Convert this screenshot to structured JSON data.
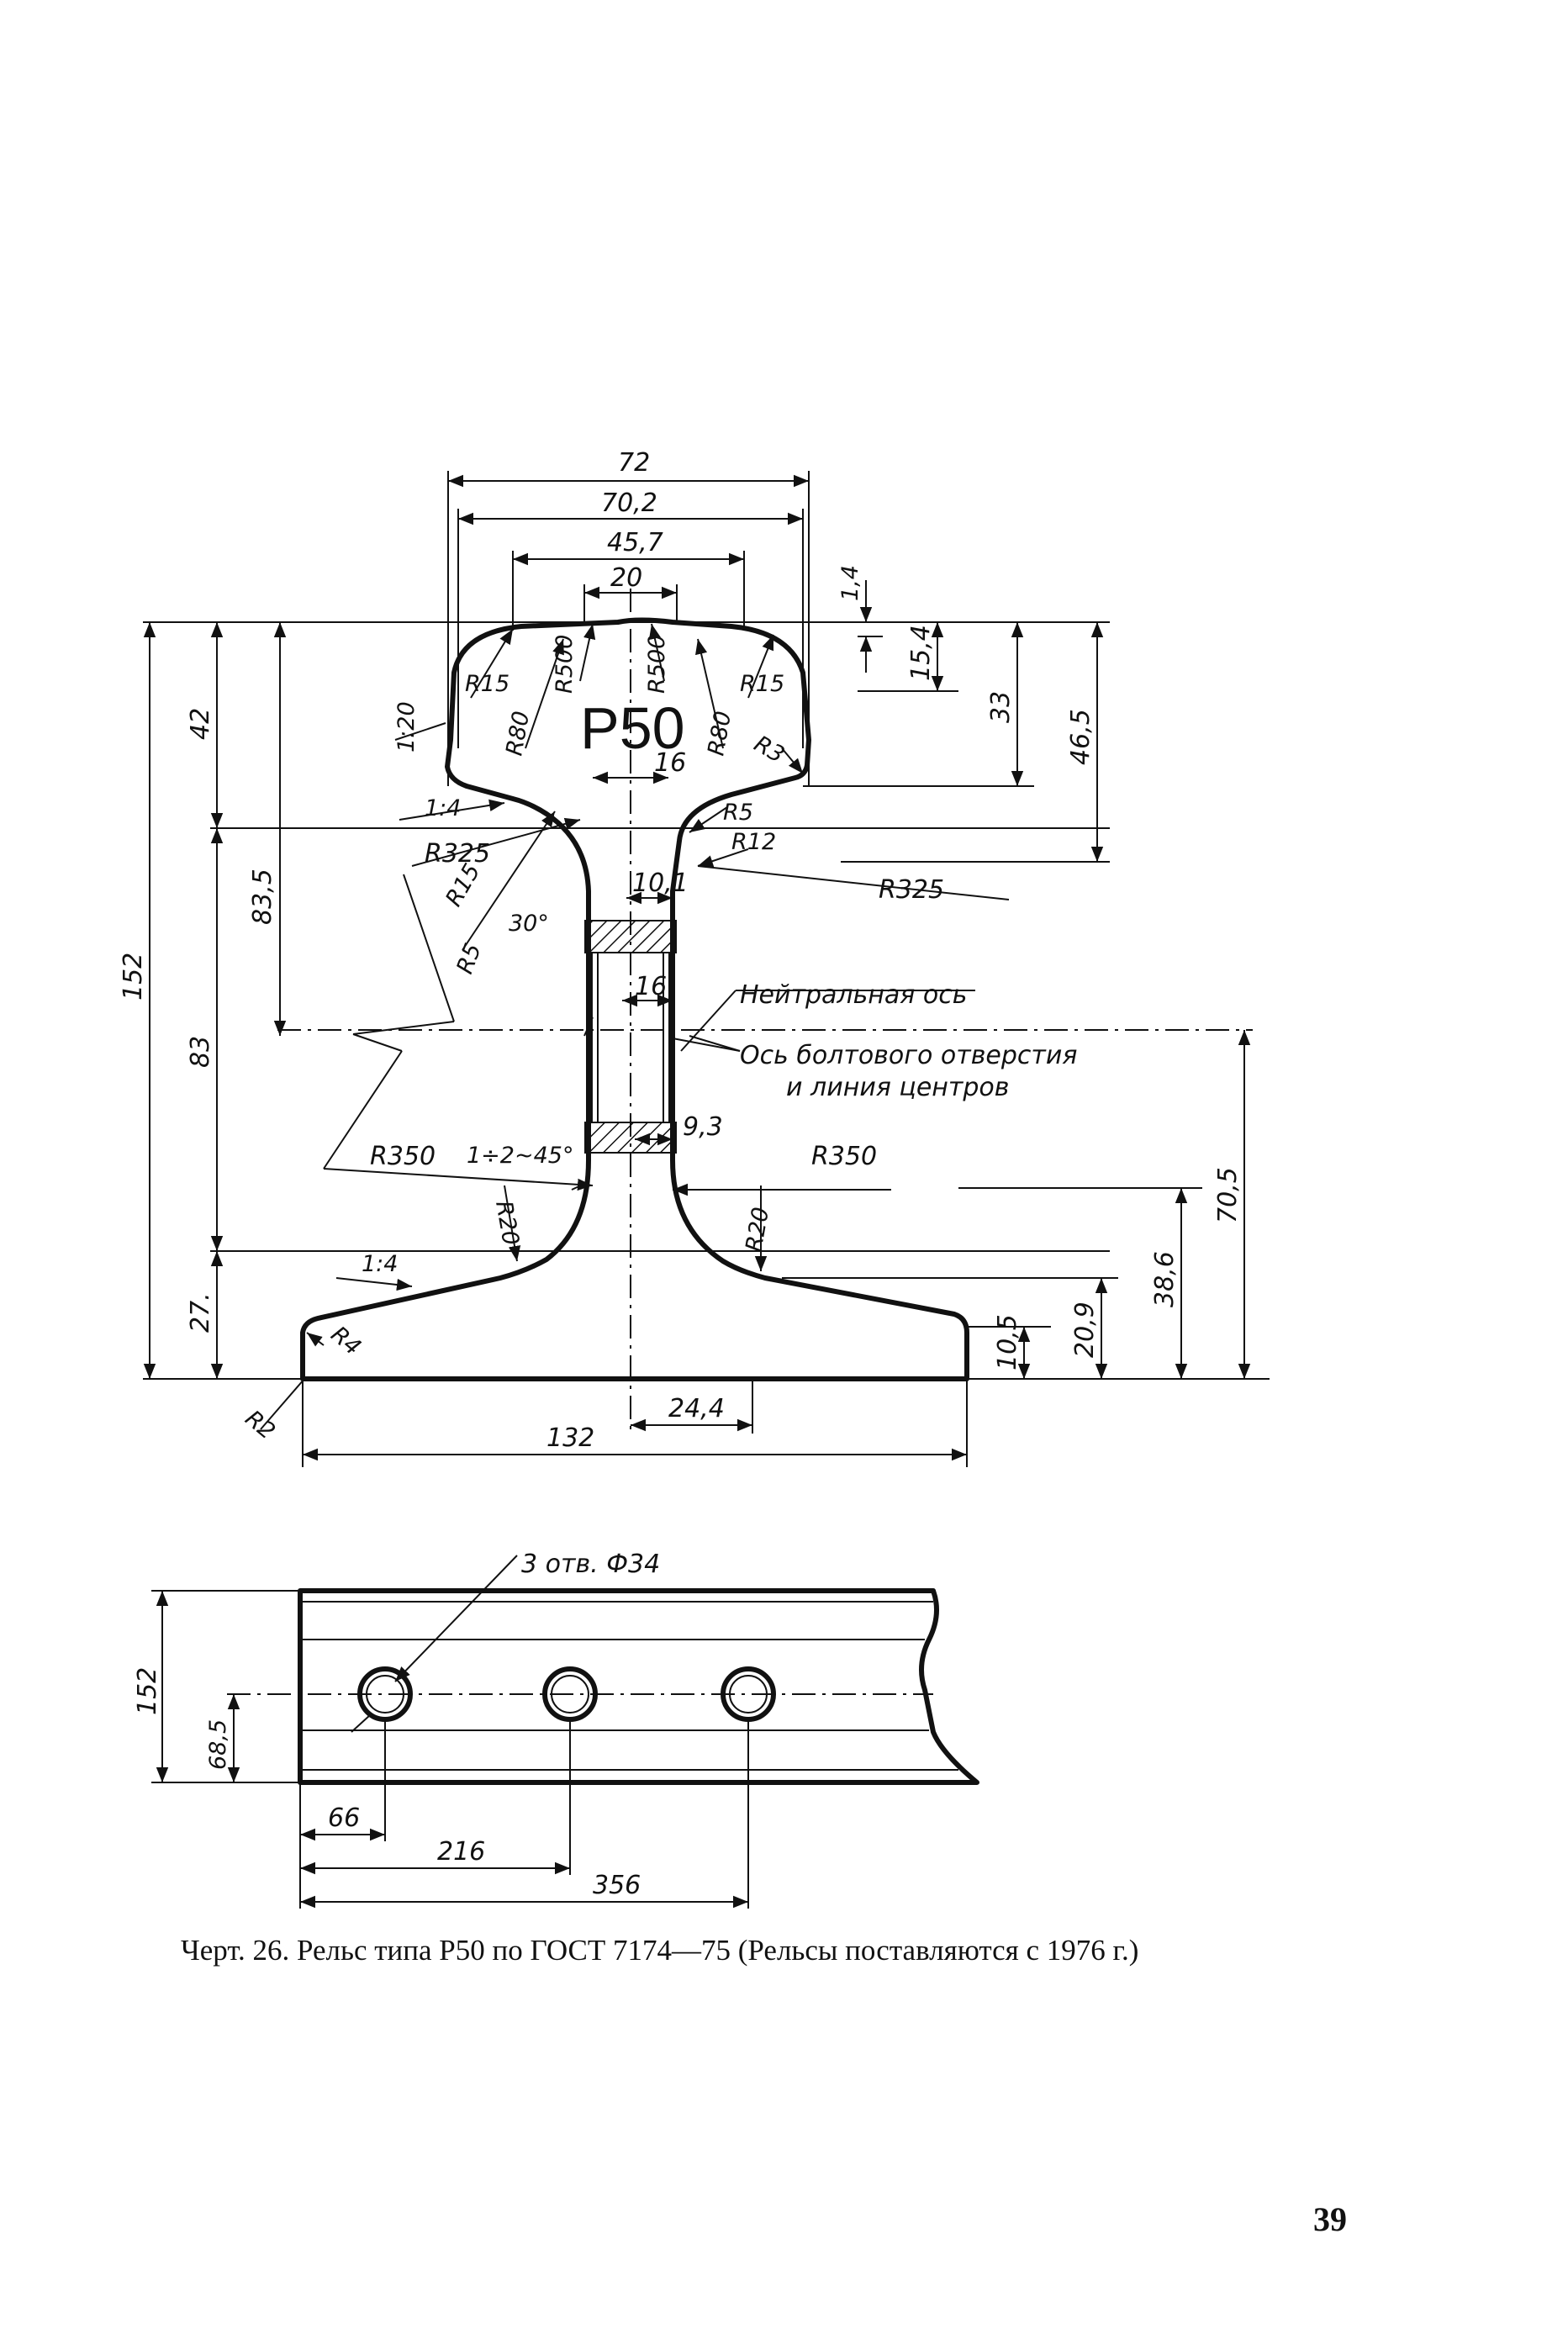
{
  "profile": {
    "mark": "Р50",
    "width_labels": {
      "top_partial": "72",
      "head_width": "70,2",
      "crown_width": "45,7",
      "crown_center": "20",
      "web_neck": "16",
      "base_width": "132",
      "base_half": "24,4"
    },
    "height_labels": {
      "total": "152",
      "head_zone": "42",
      "web_zone": "83",
      "base_zone": "27.",
      "head_to_axis": "83,5",
      "crown_drop": "1,4",
      "head_side": "15,4",
      "head_height": "33",
      "head_fillet": "46,5",
      "axis_to_base": "70,5",
      "base_fillet_top": "38,6",
      "base_edge": "20,9",
      "base_thickness": "10,5"
    },
    "web_labels": {
      "web_upper": "10,1",
      "hole_span": "16",
      "web_lower": "9,3"
    },
    "radius_labels": {
      "r15_left": "R15",
      "r80_left": "R80",
      "r500_left": "R500",
      "r500_right": "R500",
      "r80_right": "R80",
      "r15_right": "R15",
      "r3": "R3",
      "r5_right": "R5",
      "r12": "R12",
      "r325_left": "R325",
      "r325_right": "R325",
      "r15_web": "R15",
      "r5_web": "R5",
      "r350_left": "R350",
      "r350_right": "R350",
      "r20_left": "R20",
      "r20_right": "R20",
      "r4": "R4",
      "r2": "R2"
    },
    "slopes": {
      "head_side": "1:20",
      "head_under": "1:4",
      "base_top": "1:4",
      "chamfer": "1÷2~45°",
      "angle": "30°"
    },
    "notes": {
      "neutral_axis": "Нейтральная ось",
      "bolt_axis_line1": "Ось болтового отверстия",
      "bolt_axis_line2": "и линия центров"
    }
  },
  "side_view": {
    "holes_label": "3 отв. Ф34",
    "height": "152",
    "hole_height": "68,5",
    "hole_offsets": [
      "66",
      "216",
      "356"
    ]
  },
  "caption": "Черт. 26. Рельс типа Р50 по ГОСТ 7174—75 (Рельсы поставляются с 1976 г.)",
  "page_number": "39"
}
